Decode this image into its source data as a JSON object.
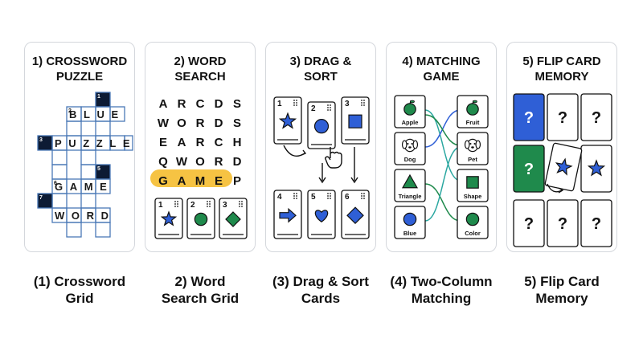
{
  "colors": {
    "green": "#1f8a4c",
    "blue": "#2f5fd6",
    "navy": "#0d1b34",
    "teal": "#2aa7a0",
    "highlight": "#f6c343",
    "grid_line": "#4a78b6"
  },
  "panels": [
    {
      "title": "1) CROSSWORD\nPUZZLE",
      "caption": "(1) Crossword\nGrid"
    },
    {
      "title": "2) WORD\nSEARCH",
      "caption": "2) Word\nSearch Grid"
    },
    {
      "title": "3) DRAG &\nSORT",
      "caption": "(3) Drag & Sort\nCards"
    },
    {
      "title": "4) MATCHING\nGAME",
      "caption": "(4) Two-Column\nMatching"
    },
    {
      "title": "5) FLIP CARD\nMEMORY",
      "caption": "5) Flip Card\nMemory"
    }
  ],
  "crossword": {
    "words": [
      "BLUE",
      "PUZZLE",
      "GAME",
      "WORD"
    ],
    "clue_numbers": [
      "1",
      "2",
      "3",
      "5",
      "6",
      "7"
    ]
  },
  "wordsearch": {
    "rows": [
      "ARCDS",
      "WORDS",
      "EARCH",
      "QWORD",
      "GAMEP"
    ],
    "highlight_word": "GAME",
    "card_numbers": [
      "1",
      "2",
      "3"
    ],
    "card_icons": [
      "star-icon",
      "circle-icon",
      "diamond-icon"
    ]
  },
  "dragsort": {
    "top_numbers": [
      "1",
      "2",
      "3"
    ],
    "top_icons": [
      "star-icon",
      "circle-icon",
      "square-icon"
    ],
    "bottom_numbers": [
      "4",
      "5",
      "6"
    ],
    "bottom_icons": [
      "arrow-icon",
      "heart-icon",
      "diamond-icon"
    ]
  },
  "matching": {
    "left": [
      "Apple",
      "Dog",
      "Triangle",
      "Blue"
    ],
    "left_icons": [
      "apple-icon",
      "dog-icon",
      "triangle-icon",
      "circle-icon"
    ],
    "right": [
      "Fruit",
      "Pet",
      "Shape",
      "Color"
    ],
    "right_icons": [
      "apple-icon",
      "dog-icon",
      "square-icon",
      "circle-icon"
    ]
  },
  "memory": {
    "card_text": "?",
    "face_up": [
      "star-icon",
      "star-icon"
    ]
  }
}
